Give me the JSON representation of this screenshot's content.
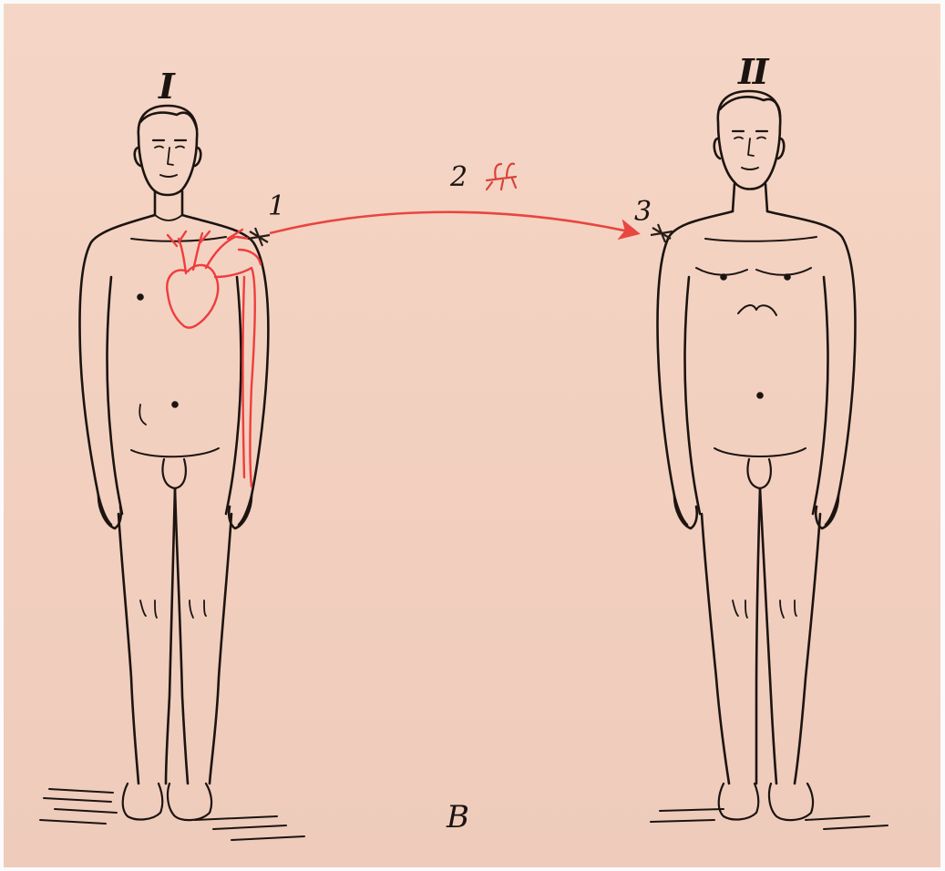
{
  "labels": {
    "person_one": "I",
    "person_two": "II",
    "marker_1": "1",
    "marker_2": "2",
    "marker_3": "3",
    "panel_letter": "B"
  },
  "icons": {
    "insect": "mosquito-icon",
    "heart": "heart-icon",
    "arrow": "transmission-arrow-icon"
  },
  "colors": {
    "paper": "#f3d2c2",
    "ink": "#1c1410",
    "vessels": "#ef3d3d"
  }
}
